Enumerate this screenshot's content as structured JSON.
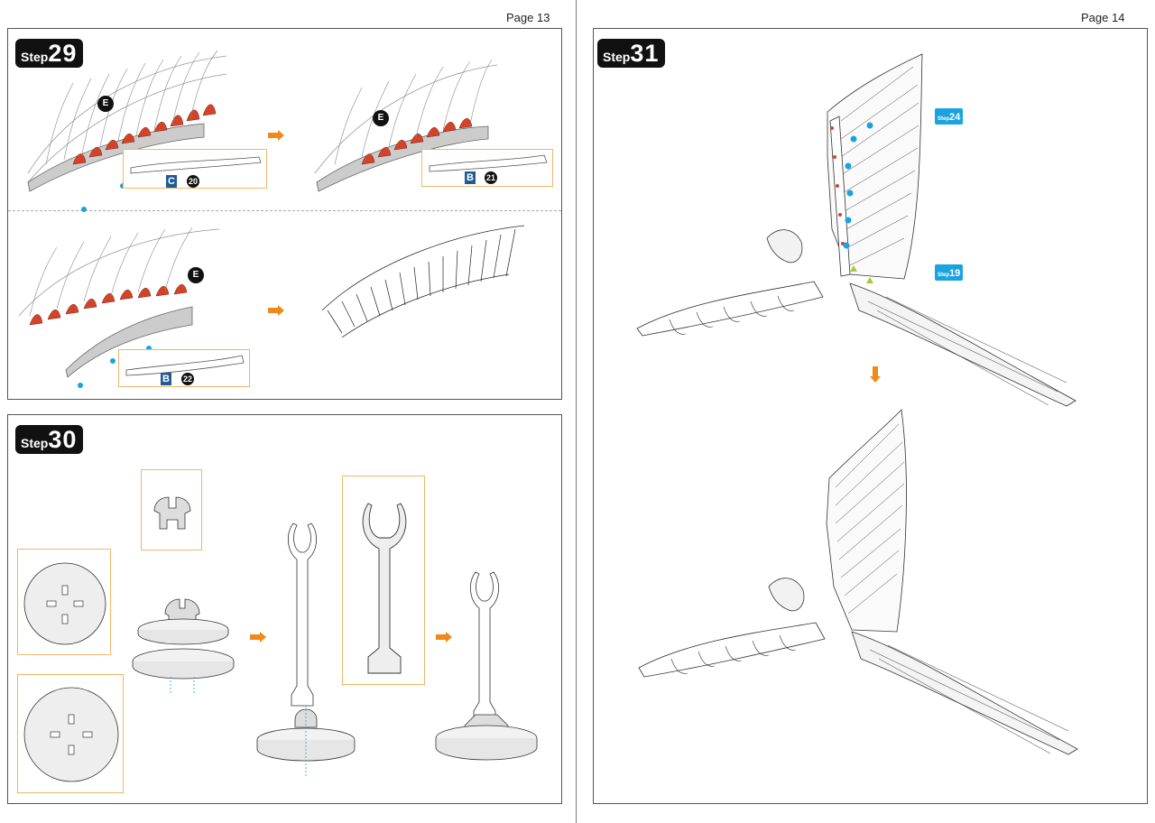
{
  "pages": {
    "left": {
      "label": "Page 13"
    },
    "right": {
      "label": "Page 14"
    }
  },
  "steps": {
    "s29": {
      "word": "Step",
      "number": "29"
    },
    "s30": {
      "word": "Step",
      "number": "30"
    },
    "s31": {
      "word": "Step",
      "number": "31"
    }
  },
  "step29": {
    "e_label": "E",
    "callouts": [
      {
        "part": "C",
        "num": "20"
      },
      {
        "part": "B",
        "num": "21"
      },
      {
        "part": "B",
        "num": "22"
      }
    ]
  },
  "step31": {
    "refs": [
      {
        "word": "Step",
        "number": "24"
      },
      {
        "word": "Step",
        "number": "19"
      }
    ]
  },
  "colors": {
    "accent_orange": "#ee8a1a",
    "part_blue": "#1e5c93",
    "ref_blue": "#1ba3df",
    "feather_red": "#d2442a"
  }
}
